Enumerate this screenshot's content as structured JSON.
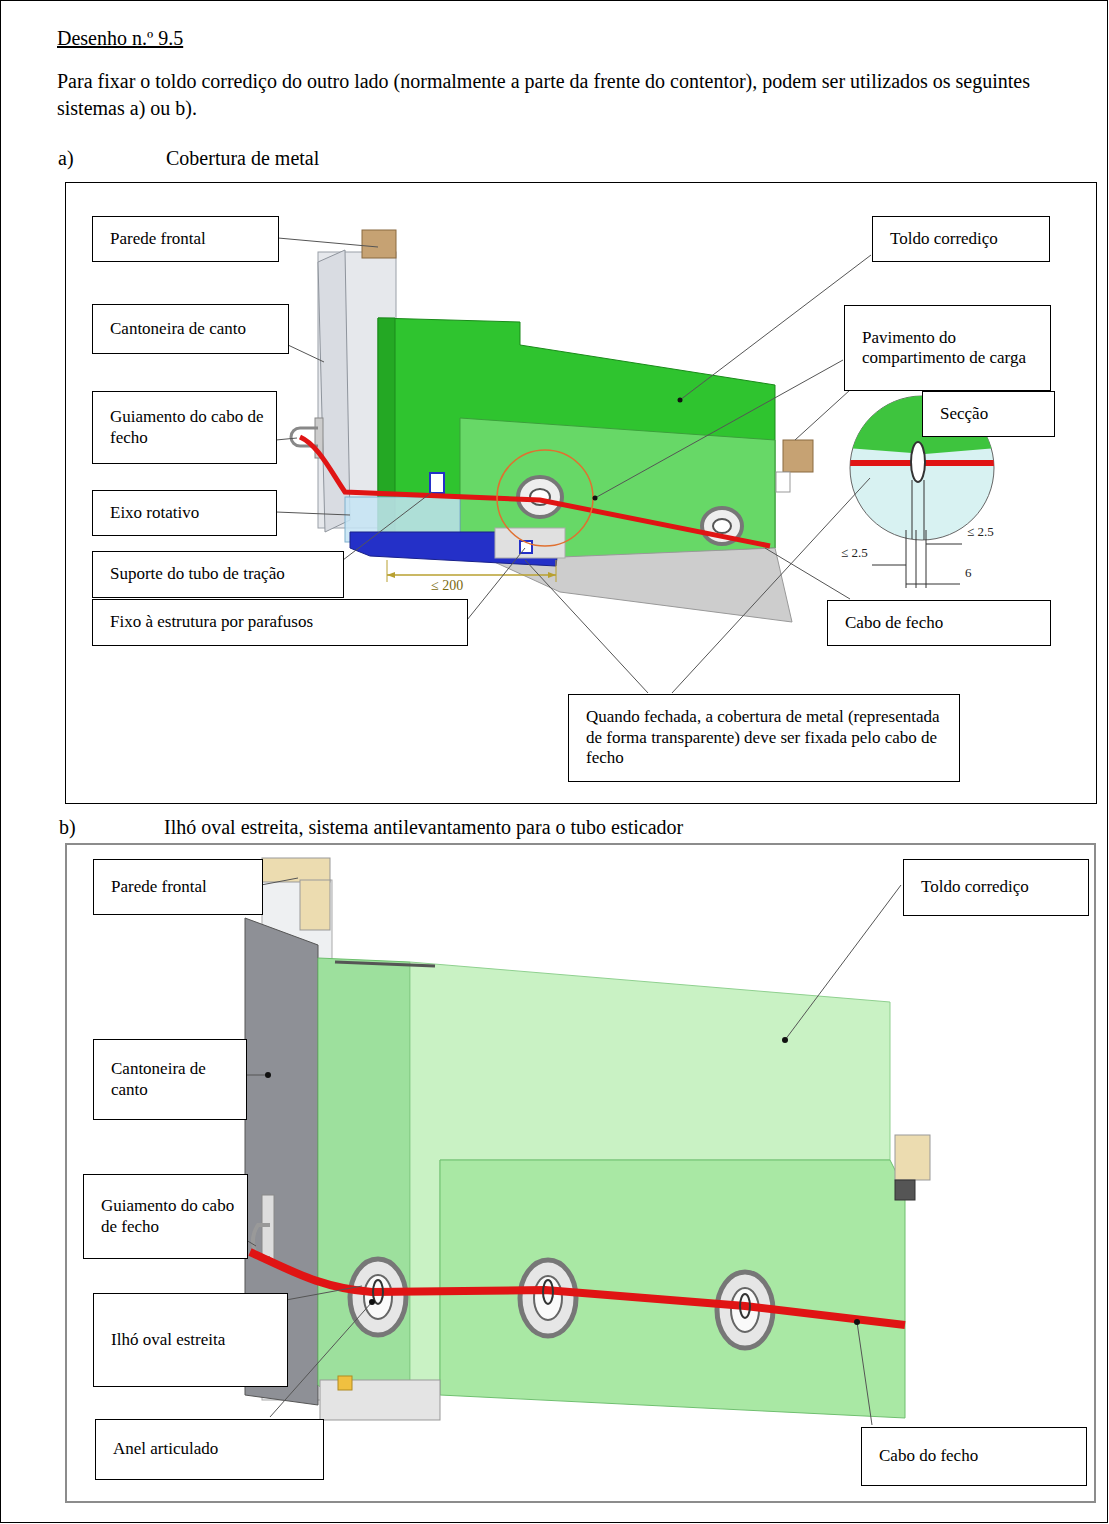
{
  "diagram": {
    "title": "Desenho n.º 9.5",
    "nodes": [
      {
        "text": [
          "a)",
          "Cobertura de metal"
        ]
      },
      {
        "text": [
          "Parede frontal"
        ],
        "in": 0
      },
      {
        "text": [
          "Toldo corrediço"
        ],
        "in": 0
      },
      {
        "text": [
          "Cantoneira de canto"
        ],
        "in": 0
      },
      {
        "text": [
          "Pavimento do compartimento de carga"
        ],
        "in": 0
      },
      {
        "text": [
          "Guiamento do cabo de fecho"
        ],
        "in": 0
      },
      {
        "text": [
          "Secção"
        ],
        "in": 0
      },
      {
        "text": [
          "Eixo rotativo"
        ],
        "in": 0
      },
      {
        "text": [
          "Suporte do tubo de tração"
        ],
        "in": 0
      },
      {
        "text": [
          "Fixo à estrutura por parafusos"
        ],
        "in": 0
      },
      {
        "text": [
          "Cabo de fecho"
        ],
        "in": 0
      },
      {
        "text": [
          "Quando fechada, a cobertura de metal (representada de forma transparente) deve ser fixada pelo cabo de fecho"
        ],
        "in": 0
      },
      {
        "text": [
          "b)",
          "Ilhó oval estreita, sistema antilevantamento para o tubo esticador"
        ]
      },
      {
        "text": [
          "Parede frontal"
        ],
        "in": 12
      },
      {
        "text": [
          "Toldo corrediço"
        ],
        "in": 12
      },
      {
        "text": [
          "Cantoneira de canto"
        ],
        "in": 12
      },
      {
        "text": [
          "Guiamento do cabo de fecho"
        ],
        "in": 12
      },
      {
        "text": [
          "Ilhó oval estreita"
        ],
        "in": 12
      },
      {
        "text": [
          "Anel articulado"
        ],
        "in": 12
      },
      {
        "text": [
          "Cabo do fecho"
        ],
        "in": 12
      }
    ],
    "labels": [
      "Para fixar o toldo corrediço do outro lado (normalmente a parte da frente do contentor), podem ser utilizados os seguintes sistemas a) ou b).",
      "≤ 200",
      "≤ 2.5",
      "≤ 2.5",
      "6"
    ]
  }
}
